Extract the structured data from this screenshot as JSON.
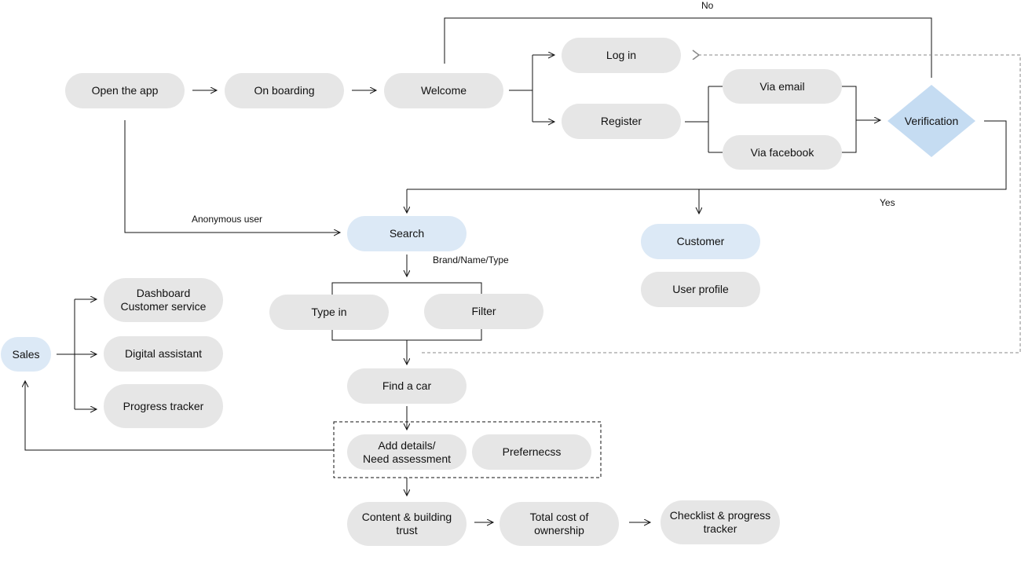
{
  "nodes": {
    "open_app": "Open the app",
    "on_boarding": "On boarding",
    "welcome": "Welcome",
    "log_in": "Log in",
    "register": "Register",
    "via_email": "Via email",
    "via_facebook": "Via facebook",
    "verification": "Verification",
    "search": "Search",
    "customer": "Customer",
    "user_profile": "User profile",
    "type_in": "Type in",
    "filter": "Filter",
    "find_car": "Find a car",
    "add_details": "Add details/\nNeed assessment",
    "preferences": "Prefernecss",
    "content_trust": "Content & building\ntrust",
    "total_cost": "Total cost of\nownership",
    "checklist": "Checklist & progress\ntracker",
    "sales": "Sales",
    "dashboard": "Dashboard\nCustomer service",
    "digital_assistant": "Digital assistant",
    "progress_tracker": "Progress tracker"
  },
  "edge_labels": {
    "no": "No",
    "yes": "Yes",
    "anonymous_user": "Anonymous user",
    "brand_name_type": "Brand/Name/Type"
  },
  "colors": {
    "gray_node": "#e6e6e6",
    "blue_node": "#dce9f6",
    "diamond": "#c5dcf2",
    "line": "#111111",
    "dashed_line": "#888888"
  }
}
